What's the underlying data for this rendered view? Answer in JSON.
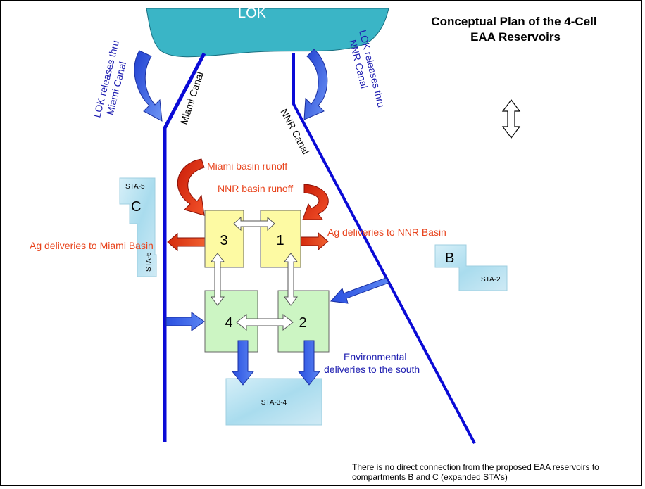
{
  "title_line1": "Conceptual Plan of the 4-Cell",
  "title_line2": "EAA Reservoirs",
  "lake_label": "LOK",
  "canals": {
    "miami": "Miami Canal",
    "nnr": "NNR Canal"
  },
  "releases": {
    "miami_line1": "LOK releases thru",
    "miami_line2": "Miami Canal",
    "nnr_line1": "LOK releases thru",
    "nnr_line2": "NNR Canal"
  },
  "runoff": {
    "miami": "Miami basin runoff",
    "nnr": "NNR basin runoff"
  },
  "deliveries": {
    "miami": "Ag deliveries to Miami Basin",
    "nnr": "Ag deliveries to NNR Basin",
    "env_line1": "Environmental",
    "env_line2": "deliveries to the south"
  },
  "cells": [
    "3",
    "1",
    "4",
    "2"
  ],
  "compartments": {
    "c_letter": "C",
    "c_sta5": "STA-5",
    "c_sta6": "STA-6",
    "b_letter": "B",
    "b_sta2": "STA-2",
    "sta34": "STA-3-4"
  },
  "colors": {
    "lake": "#3ab5c6",
    "canal": "#0a0ad6",
    "upper_cell": "#fdfaa3",
    "lower_cell": "#ccf5c3",
    "red_arrow": "#e8300e",
    "blue_arrow": "#3a63e8",
    "sta_fill": "#bfe5f2"
  },
  "note": "There is no direct connection from the proposed EAA reservoirs to compartments B and C (expanded STA's)"
}
